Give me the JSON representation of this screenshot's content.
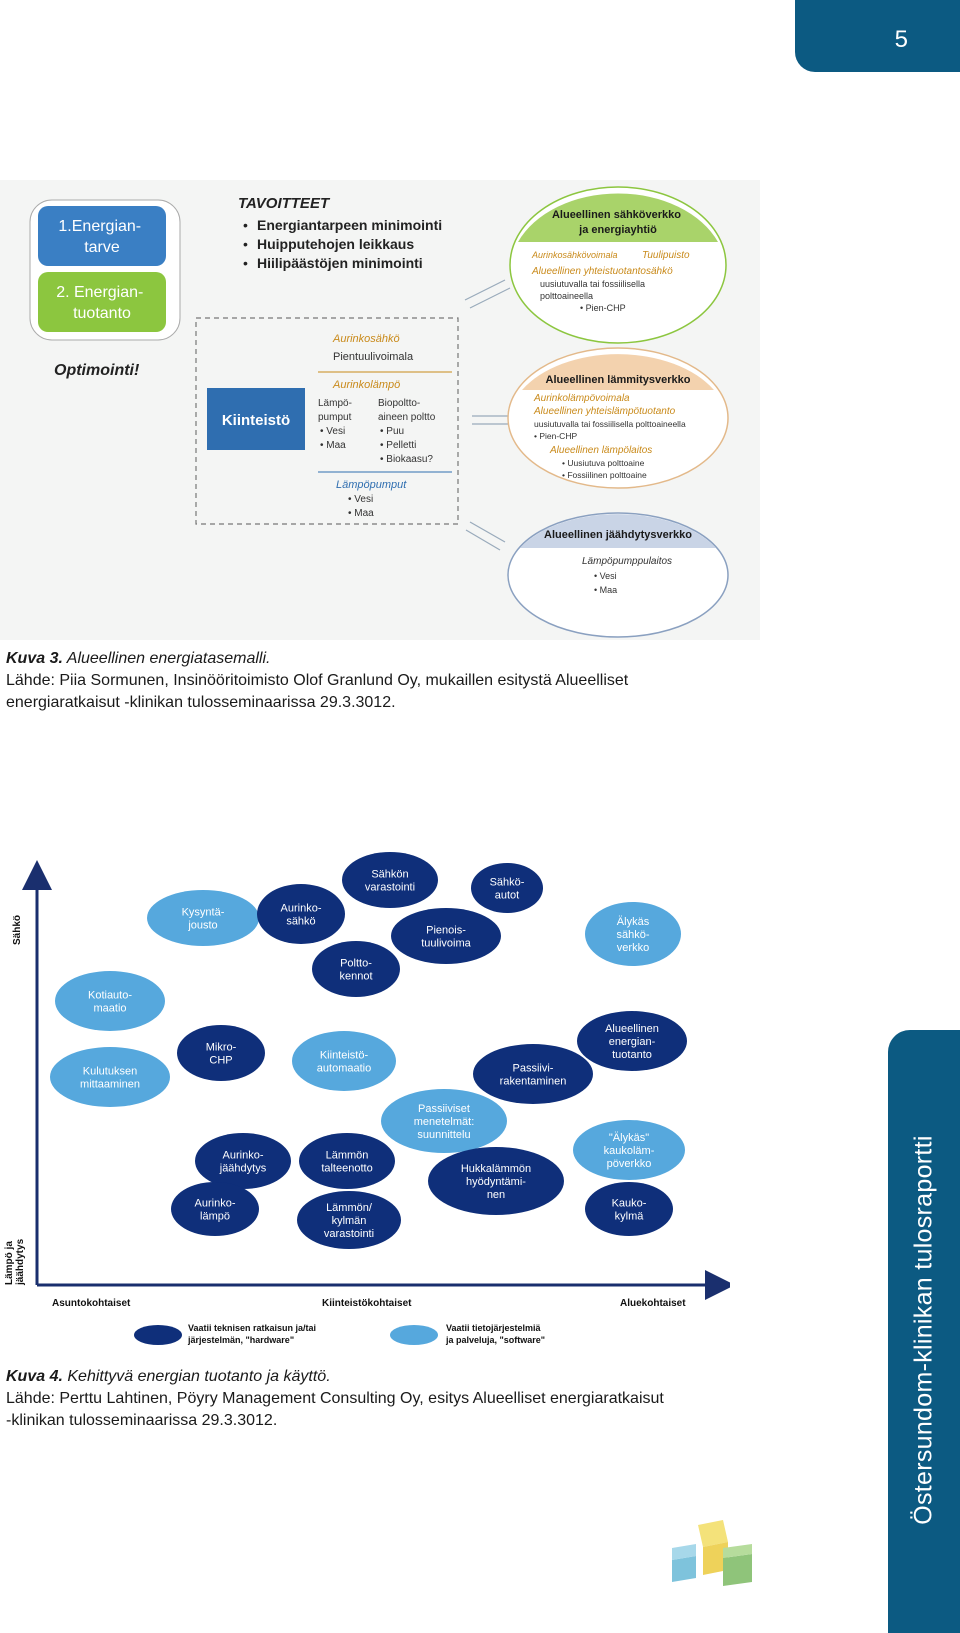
{
  "page_number": "5",
  "side_title": "Östersundom-klinikan tulosraportti",
  "figure3": {
    "box1": [
      "1.Energian-",
      "tarve"
    ],
    "box2": [
      "2. Energian-",
      "tuotanto"
    ],
    "optimointi": "Optimointi!",
    "tavoitteet_title": "TAVOITTEET",
    "tavoitteet": [
      "Energiantarpeen minimointi",
      "Huipputehojen leikkaus",
      "Hiilipäästöjen minimointi"
    ],
    "kiinteisto": "Kiinteistö",
    "aurinkosahko": "Aurinkosähkö",
    "pientuulivoimala": "Pientuulivoimala",
    "aurinkolampo": "Aurinkolämpö",
    "lampopumput_col": [
      "Lämpö-",
      "pumput",
      "• Vesi",
      "• Maa"
    ],
    "biopoltto_col": [
      "Biopoltto-",
      "aineen poltto",
      "• Puu",
      "• Pelletti",
      "• Biokaasu?"
    ],
    "lampopumput_title": "Lämpöpumput",
    "lampopumput_items": [
      "• Vesi",
      "• Maa"
    ],
    "electric_grid": {
      "title": [
        "Alueellinen sähköverkko",
        "ja energiayhtiö"
      ],
      "line1a": "Aurinkosähkövoimala",
      "line1b": "Tuulipuisto",
      "line2": "Alueellinen yhteistuotantosähkö",
      "lines": [
        "uusiutuvalla tai fossiilisella",
        "polttoaineella",
        "• Pien-CHP"
      ]
    },
    "heat_grid": {
      "title": "Alueellinen lämmitysverkko",
      "l1": "Aurinkolämpövoimala",
      "l2": "Alueellinen yhteislämpötuotanto",
      "l3": "uusiutuvalla tai fossiilisella polttoaineella",
      "l4": "• Pien-CHP",
      "l5": "Alueellinen lämpölaitos",
      "l6": "• Uusiutuva polttoaine",
      "l7": "• Fossiilinen polttoaine"
    },
    "cool_grid": {
      "title": "Alueellinen jäähdytysverkko",
      "l1": "Lämpöpumppulaitos",
      "l2": "• Vesi",
      "l3": "• Maa"
    }
  },
  "caption3": {
    "label": "Kuva 3.",
    "title": " Alueellinen energiatasemalli.",
    "line2": "Lähde: Piia Sormunen, Insinööritoimisto Olof Granlund Oy, mukaillen esitystä Alueelliset",
    "line3": "energiaratkaisut -klinikan tulosseminaarissa 29.3.3012."
  },
  "figure4": {
    "y_top": "Sähkö",
    "y_bottom": [
      "Lämpö ja",
      "jäähdytys"
    ],
    "x_labels": [
      "Asuntokohtaiset",
      "Kiinteistökohtaiset",
      "Aluekohtaiset"
    ],
    "legend_dark": [
      "Vaatii teknisen ratkaisun ja/tai",
      "järjestelmän, \"hardware\""
    ],
    "legend_light": [
      "Vaatii tietojärjestelmiä",
      "ja palveluja, \"software\""
    ],
    "colors": {
      "dark": "#0f2f7a",
      "light": "#56a8dd",
      "axis": "#1a2f6e"
    },
    "bubbles": [
      {
        "lines": [
          "Sähkön",
          "varastointi"
        ],
        "kind": "dark"
      },
      {
        "lines": [
          "Sähkö-",
          "autot"
        ],
        "kind": "dark"
      },
      {
        "lines": [
          "Kysyntä-",
          "jousto"
        ],
        "kind": "light"
      },
      {
        "lines": [
          "Aurinko-",
          "sähkö"
        ],
        "kind": "dark"
      },
      {
        "lines": [
          "Pienois-",
          "tuulivoima"
        ],
        "kind": "dark"
      },
      {
        "lines": [
          "Älykäs",
          "sähkö-",
          "verkko"
        ],
        "kind": "light"
      },
      {
        "lines": [
          "Poltto-",
          "kennot"
        ],
        "kind": "dark"
      },
      {
        "lines": [
          "Kotiauto-",
          "maatio"
        ],
        "kind": "light"
      },
      {
        "lines": [
          "Alueellinen",
          "energian-",
          "tuotanto"
        ],
        "kind": "dark"
      },
      {
        "lines": [
          "Mikro-",
          "CHP"
        ],
        "kind": "dark"
      },
      {
        "lines": [
          "Kiinteistö-",
          "automaatio"
        ],
        "kind": "light"
      },
      {
        "lines": [
          "Kulutuksen",
          "mittaaminen"
        ],
        "kind": "light"
      },
      {
        "lines": [
          "Passiivi-",
          "rakentaminen"
        ],
        "kind": "dark"
      },
      {
        "lines": [
          "Passiiviset",
          "menetelmät:",
          "suunnittelu"
        ],
        "kind": "light"
      },
      {
        "lines": [
          "\"Älykäs\"",
          "kaukoläm-",
          "pöverkko"
        ],
        "kind": "light"
      },
      {
        "lines": [
          "Aurinko-",
          "jäähdytys"
        ],
        "kind": "dark"
      },
      {
        "lines": [
          "Lämmön",
          "talteenotto"
        ],
        "kind": "dark"
      },
      {
        "lines": [
          "Hukkalämmön",
          "hyödyntämi-",
          "nen"
        ],
        "kind": "dark"
      },
      {
        "lines": [
          "Aurinko-",
          "lämpö"
        ],
        "kind": "dark"
      },
      {
        "lines": [
          "Lämmön/",
          "kylmän",
          "varastointi"
        ],
        "kind": "dark"
      },
      {
        "lines": [
          "Kauko-",
          "kylmä"
        ],
        "kind": "dark"
      }
    ]
  },
  "caption4": {
    "label": "Kuva 4.",
    "title": " Kehittyvä energian tuotanto ja käyttö.",
    "line2": "Lähde: Perttu Lahtinen, Pöyry Management Consulting Oy, esitys Alueelliset energiaratkaisut",
    "line3": "-klinikan tulosseminaarissa 29.3.3012."
  }
}
